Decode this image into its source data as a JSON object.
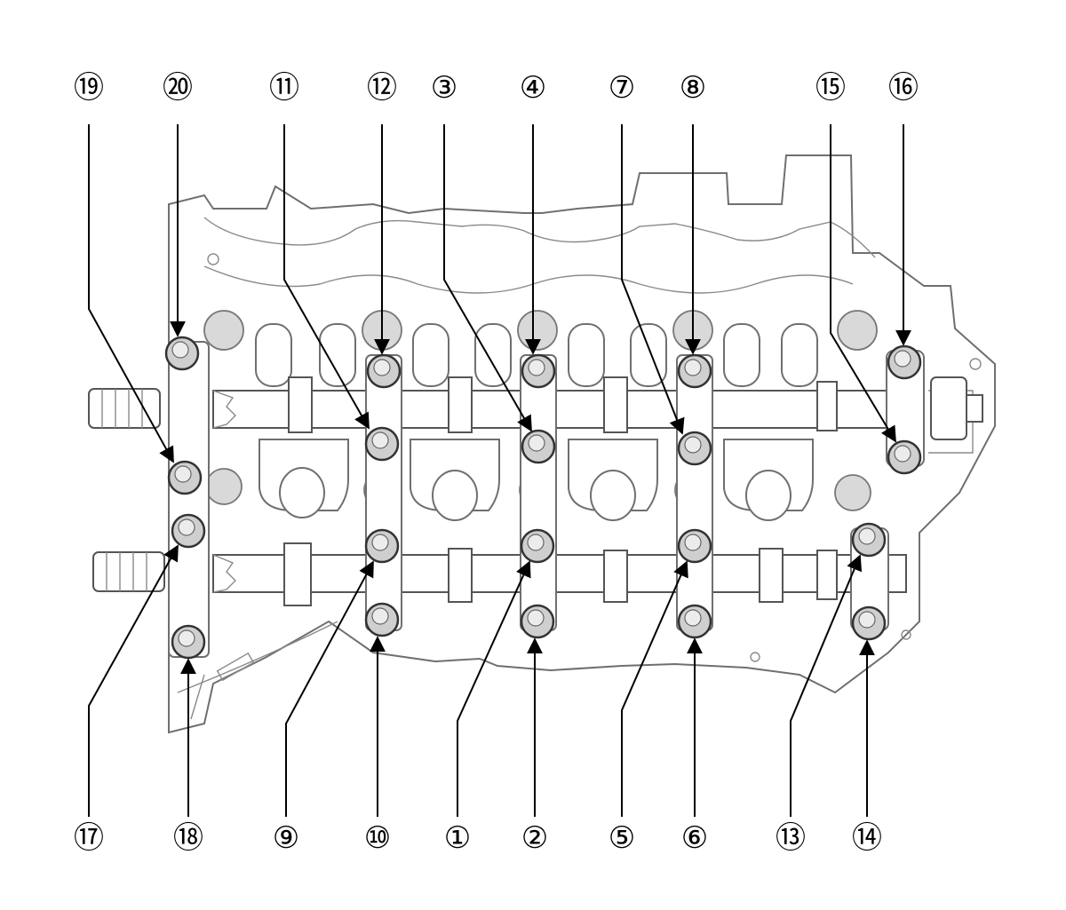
{
  "callouts": [
    {
      "id": "1",
      "label": "①"
    },
    {
      "id": "2",
      "label": "②"
    },
    {
      "id": "3",
      "label": "③"
    },
    {
      "id": "4",
      "label": "④"
    },
    {
      "id": "5",
      "label": "⑤"
    },
    {
      "id": "6",
      "label": "⑥"
    },
    {
      "id": "7",
      "label": "⑦"
    },
    {
      "id": "8",
      "label": "⑧"
    },
    {
      "id": "9",
      "label": "⑨"
    },
    {
      "id": "10",
      "label": "⑩"
    },
    {
      "id": "11",
      "label": "⑪"
    },
    {
      "id": "12",
      "label": "⑫"
    },
    {
      "id": "13",
      "label": "⑬"
    },
    {
      "id": "14",
      "label": "⑭"
    },
    {
      "id": "15",
      "label": "⑮"
    },
    {
      "id": "16",
      "label": "⑯"
    },
    {
      "id": "17",
      "label": "⑰"
    },
    {
      "id": "18",
      "label": "⑱"
    },
    {
      "id": "19",
      "label": "⑲"
    },
    {
      "id": "20",
      "label": "⑳"
    }
  ],
  "colors": {
    "line": "#000000",
    "drawing": "#6f6f6f",
    "bolt_fill": "#cfcfcf"
  }
}
